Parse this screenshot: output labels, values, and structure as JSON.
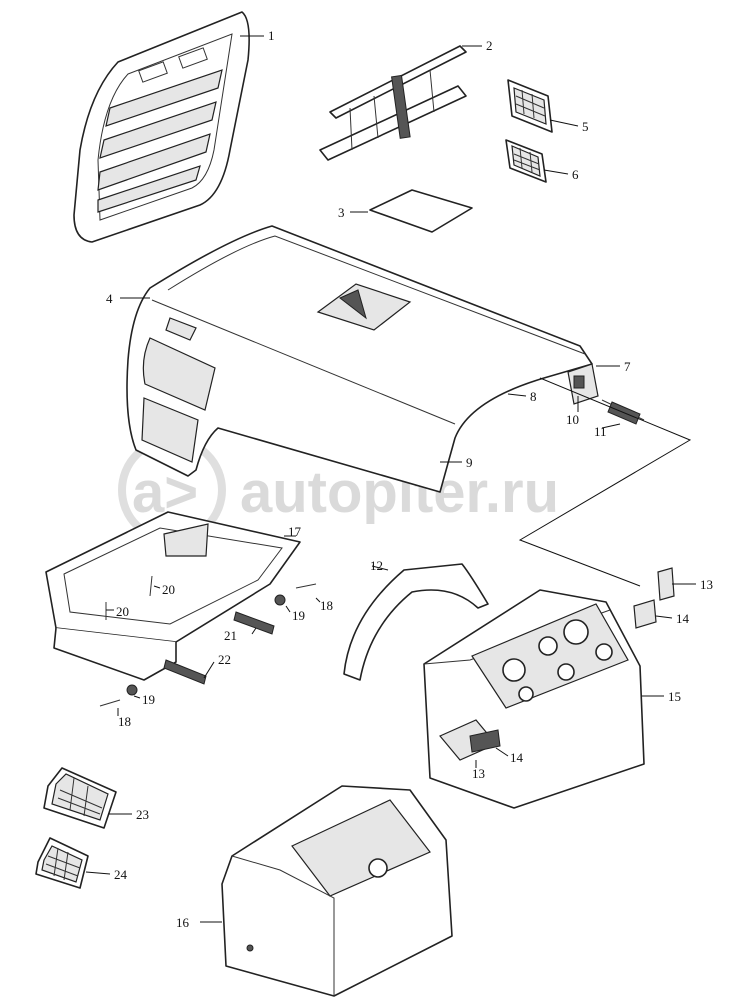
{
  "watermark": {
    "text": "autopiter.ru",
    "logo": "a>"
  },
  "callouts": [
    {
      "id": "c1",
      "label": "1"
    },
    {
      "id": "c2",
      "label": "2"
    },
    {
      "id": "c3",
      "label": "3"
    },
    {
      "id": "c4",
      "label": "4"
    },
    {
      "id": "c5",
      "label": "5"
    },
    {
      "id": "c6",
      "label": "6"
    },
    {
      "id": "c7",
      "label": "7"
    },
    {
      "id": "c8",
      "label": "8"
    },
    {
      "id": "c9",
      "label": "9"
    },
    {
      "id": "c10",
      "label": "10"
    },
    {
      "id": "c11",
      "label": "11"
    },
    {
      "id": "c12",
      "label": "12"
    },
    {
      "id": "c13a",
      "label": "13"
    },
    {
      "id": "c13b",
      "label": "13"
    },
    {
      "id": "c14a",
      "label": "14"
    },
    {
      "id": "c14b",
      "label": "14"
    },
    {
      "id": "c15",
      "label": "15"
    },
    {
      "id": "c16",
      "label": "16"
    },
    {
      "id": "c17",
      "label": "17"
    },
    {
      "id": "c18a",
      "label": "18"
    },
    {
      "id": "c18b",
      "label": "18"
    },
    {
      "id": "c19a",
      "label": "19"
    },
    {
      "id": "c19b",
      "label": "19"
    },
    {
      "id": "c20a",
      "label": "20"
    },
    {
      "id": "c20b",
      "label": "20"
    },
    {
      "id": "c21",
      "label": "21"
    },
    {
      "id": "c22",
      "label": "22"
    },
    {
      "id": "c23",
      "label": "23"
    },
    {
      "id": "c24",
      "label": "24"
    }
  ]
}
